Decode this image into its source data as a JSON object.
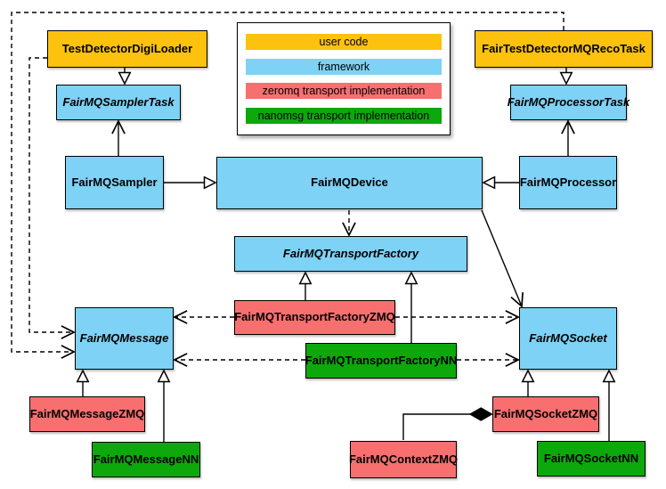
{
  "diagram_type": "uml-class-diagram",
  "legend": {
    "items": [
      {
        "label": "user code",
        "color": "#fcc20e",
        "category": "user"
      },
      {
        "label": "framework",
        "color": "#7dd2f5",
        "category": "framework"
      },
      {
        "label": "zeromq transport implementation",
        "color": "#f76f6f",
        "category": "zeromq"
      },
      {
        "label": "nanomsg transport implementation",
        "color": "#0ca80c",
        "category": "nanomsg"
      }
    ]
  },
  "nodes": {
    "testDetectorDigiLoader": {
      "label": "TestDetectorDigiLoader",
      "category": "user",
      "abstract": false
    },
    "fairMQSamplerTask": {
      "label": "FairMQSamplerTask",
      "category": "framework",
      "abstract": true
    },
    "fairMQSampler": {
      "label": "FairMQSampler",
      "category": "framework",
      "abstract": false
    },
    "fairTestDetectorMQRecoTask": {
      "label": "FairTestDetectorMQRecoTask",
      "category": "user",
      "abstract": false
    },
    "fairMQProcessorTask": {
      "label": "FairMQProcessorTask",
      "category": "framework",
      "abstract": true
    },
    "fairMQProcessor": {
      "label": "FairMQProcessor",
      "category": "framework",
      "abstract": false
    },
    "fairMQDevice": {
      "label": "FairMQDevice",
      "category": "framework",
      "abstract": false
    },
    "fairMQTransportFactory": {
      "label": "FairMQTransportFactory",
      "category": "framework",
      "abstract": true
    },
    "fairMQTransportFactoryZMQ": {
      "label": "FairMQTransportFactoryZMQ",
      "category": "zeromq",
      "abstract": false
    },
    "fairMQTransportFactoryNN": {
      "label": "FairMQTransportFactoryNN",
      "category": "nanomsg",
      "abstract": false
    },
    "fairMQMessage": {
      "label": "FairMQMessage",
      "category": "framework",
      "abstract": true
    },
    "fairMQSocket": {
      "label": "FairMQSocket",
      "category": "framework",
      "abstract": true
    },
    "fairMQMessageZMQ": {
      "label": "FairMQMessageZMQ",
      "category": "zeromq",
      "abstract": false
    },
    "fairMQMessageNN": {
      "label": "FairMQMessageNN",
      "category": "nanomsg",
      "abstract": false
    },
    "fairMQContextZMQ": {
      "label": "FairMQContextZMQ",
      "category": "zeromq",
      "abstract": false
    },
    "fairMQSocketZMQ": {
      "label": "FairMQSocketZMQ",
      "category": "zeromq",
      "abstract": false
    },
    "fairMQSocketNN": {
      "label": "FairMQSocketNN",
      "category": "nanomsg",
      "abstract": false
    }
  },
  "relations": [
    {
      "from": "TestDetectorDigiLoader",
      "to": "FairMQSamplerTask",
      "type": "inheritance"
    },
    {
      "from": "FairMQSampler",
      "to": "FairMQSamplerTask",
      "type": "association"
    },
    {
      "from": "FairTestDetectorMQRecoTask",
      "to": "FairMQProcessorTask",
      "type": "inheritance"
    },
    {
      "from": "FairMQProcessor",
      "to": "FairMQProcessorTask",
      "type": "association"
    },
    {
      "from": "FairMQSampler",
      "to": "FairMQDevice",
      "type": "inheritance"
    },
    {
      "from": "FairMQProcessor",
      "to": "FairMQDevice",
      "type": "inheritance"
    },
    {
      "from": "FairMQDevice",
      "to": "FairMQTransportFactory",
      "type": "dependency-dashed"
    },
    {
      "from": "FairMQDevice",
      "to": "FairMQSocket",
      "type": "association"
    },
    {
      "from": "FairMQTransportFactoryZMQ",
      "to": "FairMQTransportFactory",
      "type": "inheritance"
    },
    {
      "from": "FairMQTransportFactoryNN",
      "to": "FairMQTransportFactory",
      "type": "inheritance"
    },
    {
      "from": "FairMQTransportFactoryZMQ",
      "to": "FairMQMessage",
      "type": "dependency-dashed"
    },
    {
      "from": "FairMQTransportFactoryZMQ",
      "to": "FairMQSocket",
      "type": "dependency-dashed"
    },
    {
      "from": "FairMQTransportFactoryNN",
      "to": "FairMQMessage",
      "type": "dependency-dashed"
    },
    {
      "from": "FairMQTransportFactoryNN",
      "to": "FairMQSocket",
      "type": "dependency-dashed"
    },
    {
      "from": "TestDetectorDigiLoader",
      "to": "FairMQMessage",
      "type": "dependency-dashed"
    },
    {
      "from": "FairTestDetectorMQRecoTask",
      "to": "FairMQMessage",
      "type": "dependency-dashed"
    },
    {
      "from": "FairMQMessageZMQ",
      "to": "FairMQMessage",
      "type": "inheritance"
    },
    {
      "from": "FairMQMessageNN",
      "to": "FairMQMessage",
      "type": "inheritance"
    },
    {
      "from": "FairMQSocketZMQ",
      "to": "FairMQSocket",
      "type": "inheritance"
    },
    {
      "from": "FairMQSocketNN",
      "to": "FairMQSocket",
      "type": "inheritance"
    },
    {
      "from": "FairMQSocketZMQ",
      "to": "FairMQContextZMQ",
      "type": "composition"
    }
  ],
  "colors": {
    "background": "#ffffff",
    "border": "#000000",
    "line": "#000000",
    "user_code": "#fcc20e",
    "framework": "#7dd2f5",
    "zeromq": "#f76f6f",
    "nanomsg": "#0ca80c"
  }
}
